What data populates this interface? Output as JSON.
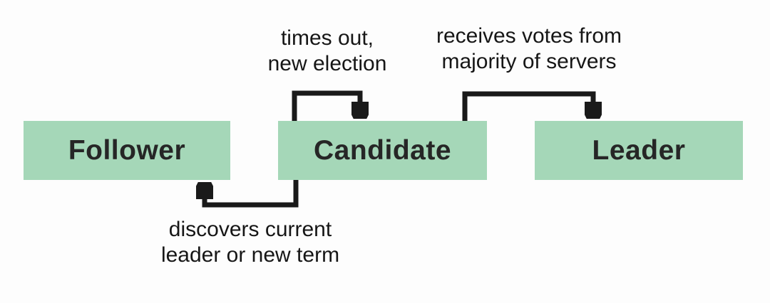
{
  "diagram": {
    "states": [
      {
        "id": "follower",
        "label": "Follower"
      },
      {
        "id": "candidate",
        "label": "Candidate"
      },
      {
        "id": "leader",
        "label": "Leader"
      }
    ],
    "transitions": [
      {
        "id": "candidate-self-loop",
        "from": "candidate",
        "to": "candidate",
        "lines": [
          "times out,",
          "new election"
        ]
      },
      {
        "id": "candidate-to-leader",
        "from": "candidate",
        "to": "leader",
        "lines": [
          "receives votes from",
          "majority of servers"
        ]
      },
      {
        "id": "candidate-to-follower",
        "from": "candidate",
        "to": "follower",
        "lines": [
          "discovers current",
          "leader or new term"
        ]
      }
    ],
    "colors": {
      "state_fill": "#a5d7b8",
      "arrow": "#1a1a1a",
      "text": "#262626",
      "background": "#fdfdfd"
    }
  }
}
